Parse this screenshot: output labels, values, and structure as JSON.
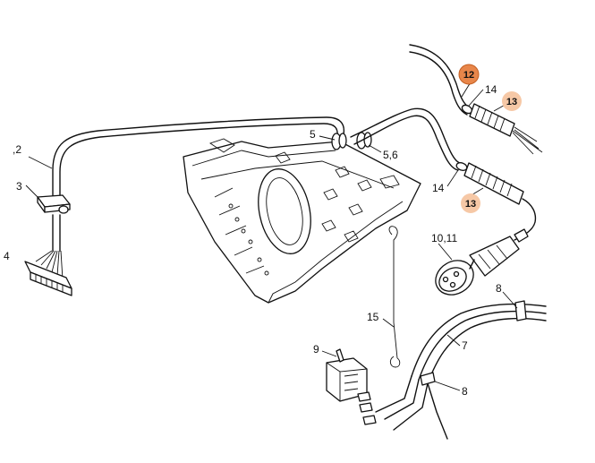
{
  "labels": {
    "l_1_2": ",2",
    "l_3": "3",
    "l_4": "4",
    "l_5": "5",
    "l_5_6": "5,6",
    "l_12": "12",
    "l_14a": "14",
    "l_13a": "13",
    "l_14b": "14",
    "l_13b": "13",
    "l_10_11": "10,11",
    "l_8a": "8",
    "l_7": "7",
    "l_8b": "8",
    "l_15": "15",
    "l_9": "9"
  },
  "colors": {
    "highlight_strong": "#e8864a",
    "highlight_light": "#f6c8a6",
    "ink": "#111111"
  }
}
